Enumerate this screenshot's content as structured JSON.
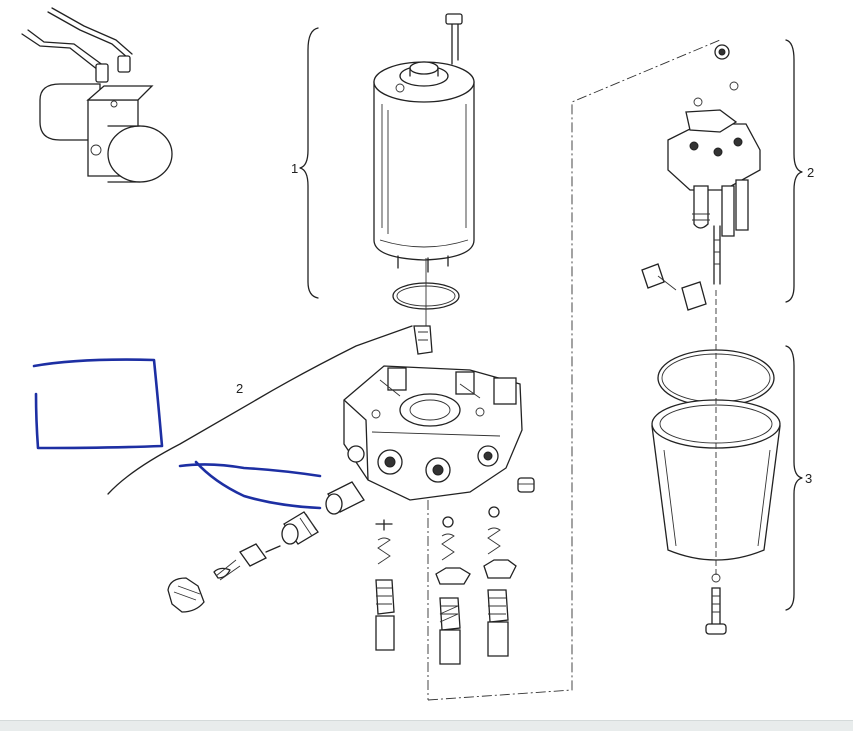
{
  "callouts": {
    "motor": "1",
    "valve_block": "2",
    "pump_base": "2",
    "reservoir": "3"
  },
  "colors": {
    "line": "#222222",
    "annotation_ink": "#1d2fa3",
    "background": "#ffffff",
    "bottom_bar": "#e8ecec"
  }
}
